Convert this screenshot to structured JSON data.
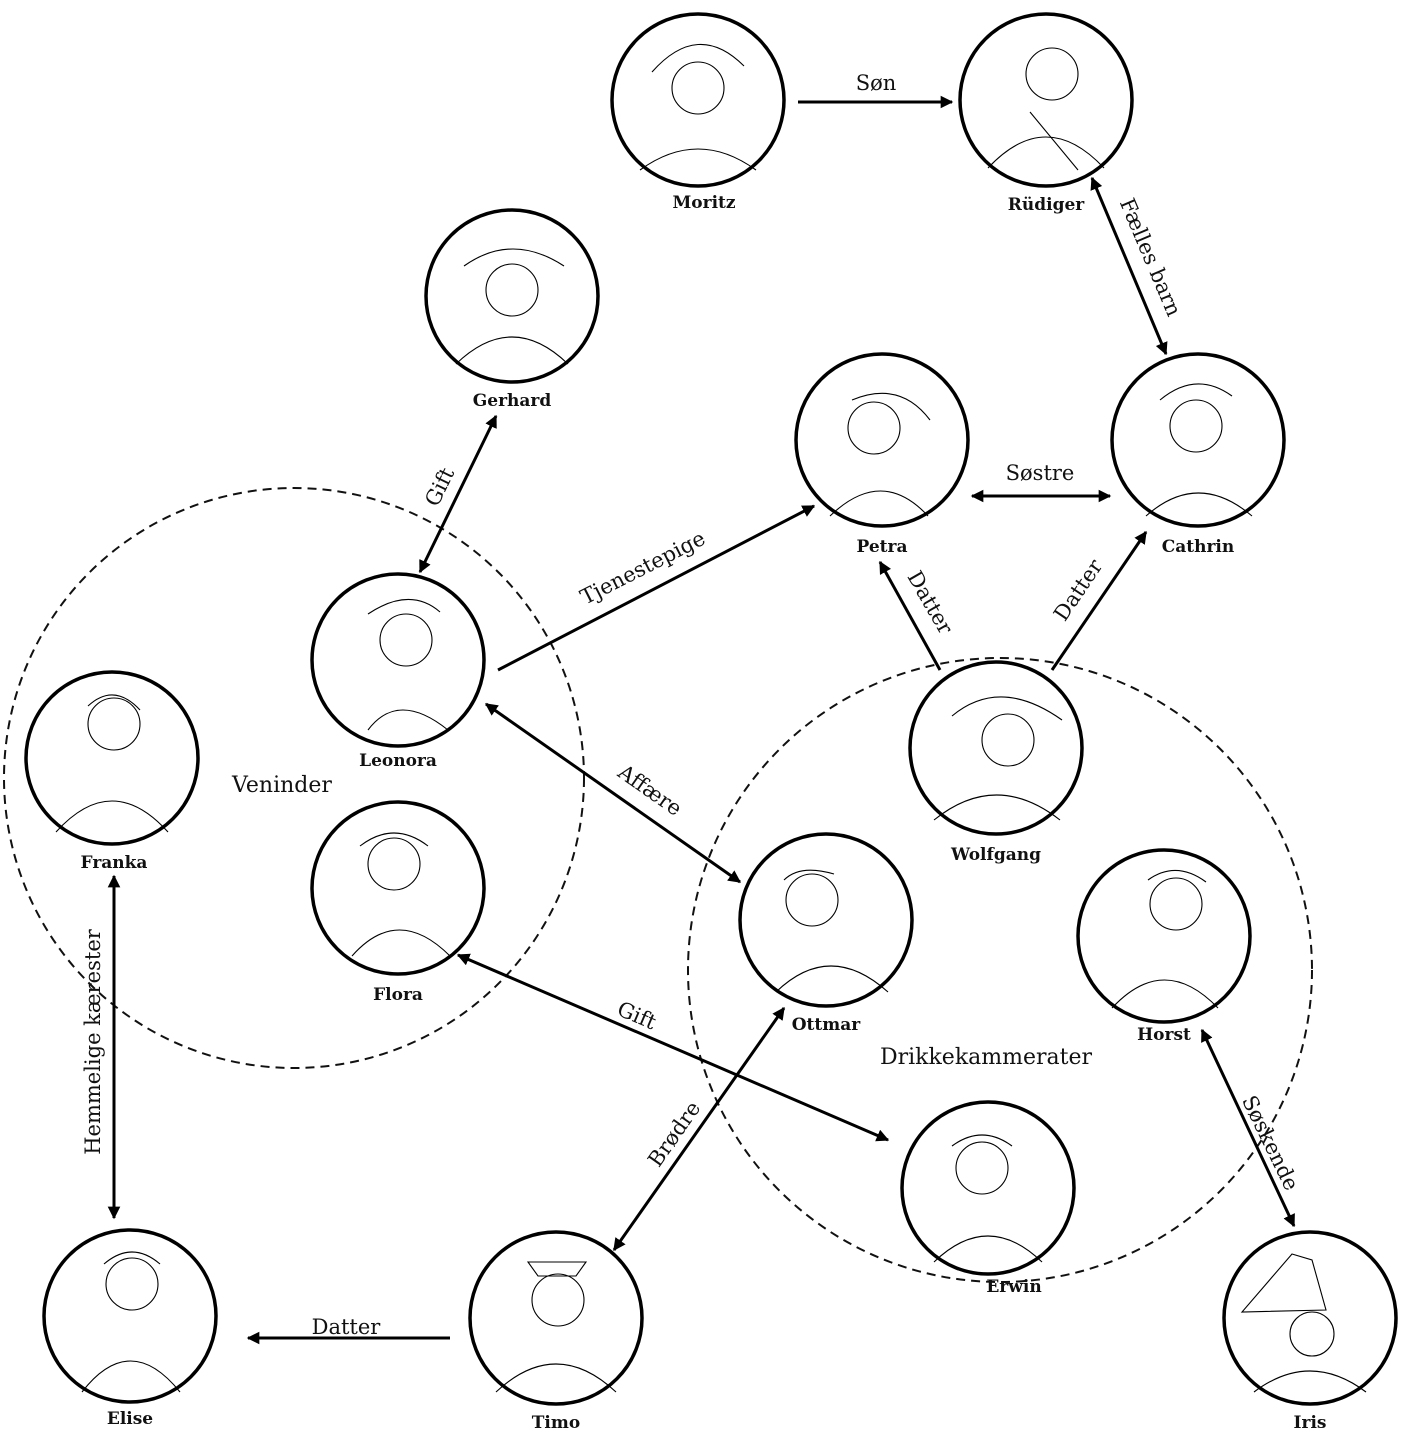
{
  "groups": {
    "friends": "Veninder",
    "drinking": "Drikkekammerater"
  },
  "people": {
    "moritz": "Moritz",
    "rudiger": "Rüdiger",
    "gerhard": "Gerhard",
    "petra": "Petra",
    "cathrin": "Cathrin",
    "leonora": "Leonora",
    "franka": "Franka",
    "flora": "Flora",
    "wolfgang": "Wolfgang",
    "ottmar": "Ottmar",
    "horst": "Horst",
    "erwin": "Erwin",
    "elise": "Elise",
    "timo": "Timo",
    "iris": "Iris"
  },
  "relations": {
    "moritz_rudiger": "Søn",
    "rudiger_cathrin": "Fælles barn",
    "gerhard_leonora": "Gift",
    "petra_cathrin": "Søstre",
    "leonora_petra": "Tjenestepige",
    "wolfgang_petra": "Datter",
    "wolfgang_cathrin": "Datter",
    "leonora_ottmar": "Affære",
    "flora_erwin": "Gift",
    "ottmar_timo": "Brødre",
    "horst_iris": "Søskende",
    "franka_elise": "Hemmelige kærester",
    "timo_elise": "Datter"
  }
}
